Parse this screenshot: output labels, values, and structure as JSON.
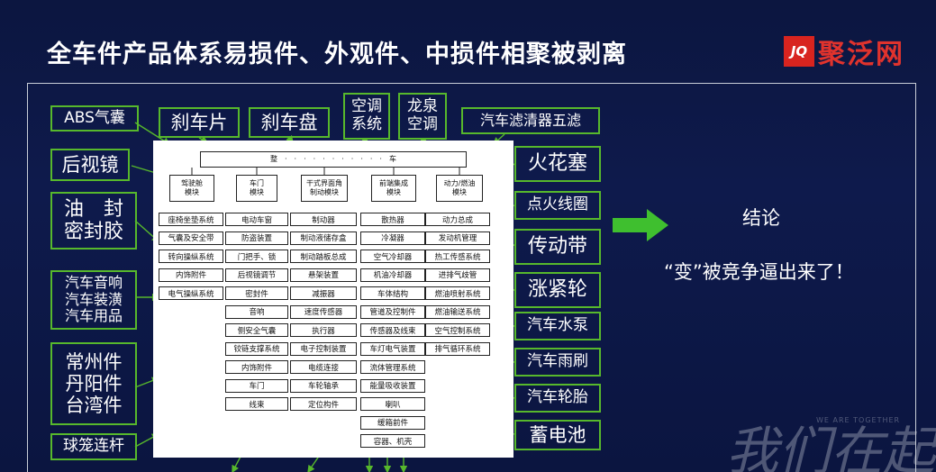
{
  "title": "全车件产品体系易损件、外观件、中损件相聚被剥离",
  "logo": {
    "mark": "JQ",
    "text": "聚泛网"
  },
  "left_boxes": [
    {
      "id": "abs",
      "text": "ABS气囊"
    },
    {
      "id": "mirror",
      "text": "后视镜"
    },
    {
      "id": "seal",
      "text": "油　封\n密封胶"
    },
    {
      "id": "audio",
      "text": "汽车音响\n汽车装潢\n汽车用品"
    },
    {
      "id": "origin",
      "text": "常州件\n丹阳件\n台湾件"
    },
    {
      "id": "balljoint",
      "text": "球笼连杆"
    }
  ],
  "top_boxes": [
    {
      "id": "brakepad",
      "text": "刹车片"
    },
    {
      "id": "brakedisc",
      "text": "刹车盘"
    },
    {
      "id": "ac",
      "text": "空调\n系统"
    },
    {
      "id": "longquan",
      "text": "龙泉\n空调"
    },
    {
      "id": "filter",
      "text": "汽车滤清器五滤"
    }
  ],
  "right_boxes": [
    {
      "id": "sparkplug",
      "text": "火花塞"
    },
    {
      "id": "coil",
      "text": "点火线圈"
    },
    {
      "id": "belt",
      "text": "传动带"
    },
    {
      "id": "tensioner",
      "text": "涨紧轮"
    },
    {
      "id": "pump",
      "text": "汽车水泵"
    },
    {
      "id": "wiper",
      "text": "汽车雨刷"
    },
    {
      "id": "tire",
      "text": "汽车轮胎"
    },
    {
      "id": "battery",
      "text": "蓄电池"
    }
  ],
  "doc": {
    "root": "整　·　·　·　·　·　·　·　·　·　·　·　车",
    "columns": [
      {
        "header": "驾驶舱\n模块",
        "items": [
          "座椅坐垫系统",
          "气囊及安全带",
          "转向操纵系统",
          "内饰附件",
          "电气操纵系统"
        ]
      },
      {
        "header": "车门\n模块",
        "items": [
          "电动车窗",
          "防盗装置",
          "门把手、锁",
          "后视镜调节",
          "密封件",
          "音响",
          "侧安全气囊",
          "铰链支撑系统",
          "内饰附件",
          "车门",
          "线束"
        ]
      },
      {
        "header": "干式界面角\n制动模块",
        "items": [
          "制动器",
          "制动液储存盒",
          "制动踏板总成",
          "悬架装置",
          "减振器",
          "速度传感器",
          "执行器",
          "电子控制装置",
          "电缆连接",
          "车轮轴承",
          "定位构件"
        ]
      },
      {
        "header": "前端集成\n模块",
        "items": [
          "散热器",
          "冷凝器",
          "空气冷却器",
          "机油冷却器",
          "车体结构",
          "管道及控制件",
          "传感器及线束",
          "车灯电气装置",
          "流体管理系统",
          "能量吸收装置",
          "喇叭",
          "缓箱前件",
          "容器、机壳"
        ]
      },
      {
        "header": "动力/燃油\n模块",
        "items": [
          "动力总成",
          "发动机管理",
          "热工传感系统",
          "进排气歧管",
          "燃油喷射系统",
          "燃油输送系统",
          "空气控制系统",
          "排气循环系统"
        ]
      }
    ]
  },
  "conclusion": "结论",
  "quote": "“变”被竞争逼出来了！",
  "watermark": {
    "cn": "我们在起",
    "en": "WE ARE TOGETHER"
  },
  "colors": {
    "accent_green": "#57b82c",
    "arrow_green": "#3fbf2f",
    "brand_red": "#d8241f",
    "background": "#0e1a4c"
  }
}
